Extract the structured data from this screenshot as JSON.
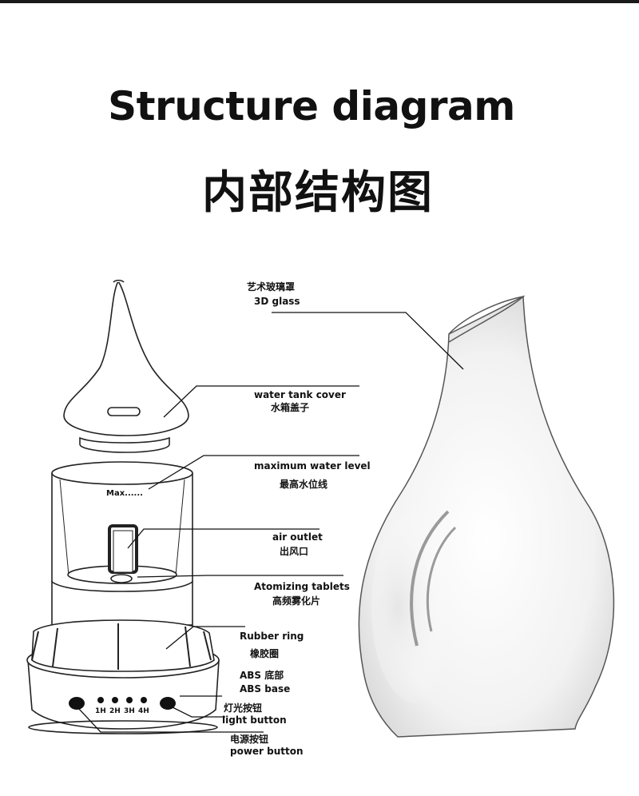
{
  "title_en": "Structure diagram",
  "title_zh": "内部结构图",
  "max_mark": "Max......",
  "timer_labels": [
    "1H",
    "2H",
    "3H",
    "4H"
  ],
  "callouts": {
    "glass": {
      "zh": "艺术玻璃罩",
      "en": "3D glass"
    },
    "tank_cover": {
      "en": "water tank cover",
      "zh": "水箱盖子"
    },
    "max_level": {
      "en": "maximum water level",
      "zh": "最高水位线"
    },
    "air_outlet": {
      "en": "air outlet",
      "zh": "出风口"
    },
    "atomizing": {
      "en": "Atomizing tablets",
      "zh": "高频雾化片"
    },
    "rubber": {
      "en": "Rubber ring",
      "zh": "橡胶圈"
    },
    "abs": {
      "zh": "ABS 底部",
      "en": "ABS base"
    },
    "light": {
      "zh": "灯光按钮",
      "en": "light button"
    },
    "power": {
      "zh": "电源按钮",
      "en": "power button"
    }
  }
}
